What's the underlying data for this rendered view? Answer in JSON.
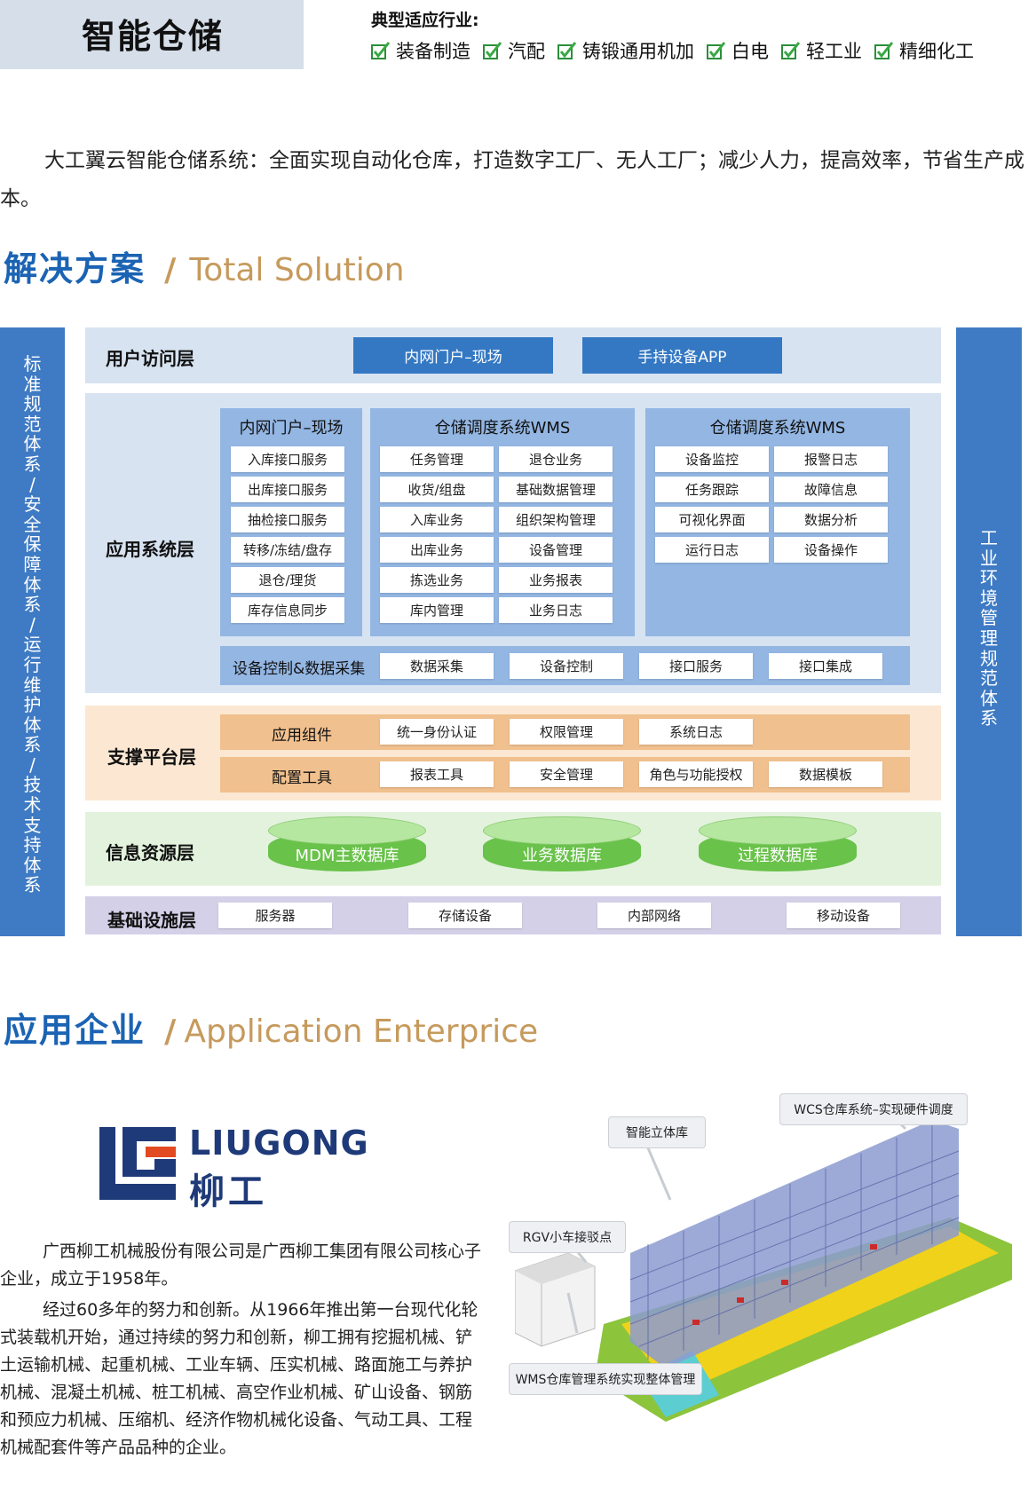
{
  "header": {
    "title": "智能仓储",
    "industries_label": "典型适应行业:",
    "industries": [
      "装备制造",
      "汽配",
      "铸锻通用机加",
      "白电",
      "轻工业",
      "精细化工"
    ]
  },
  "intro": "大工翼云智能仓储系统：全面实现自动化仓库，打造数字工厂、无人工厂；减少人力，提高效率，节省生产成本。",
  "solution_section": {
    "title_cn": "解决方案",
    "sep": "/",
    "title_en": "Total Solution"
  },
  "diagram": {
    "left_bar": [
      "标",
      "准",
      "规",
      "范",
      "体",
      "系",
      "/",
      "安",
      "全",
      "保",
      "障",
      "体",
      "系",
      "/",
      "运",
      "行",
      "维",
      "护",
      "体",
      "系",
      "/",
      "技",
      "术",
      "支",
      "持",
      "体",
      "系"
    ],
    "right_bar": [
      "工",
      "业",
      "环",
      "境",
      "管",
      "理",
      "规",
      "范",
      "体",
      "系"
    ],
    "user_layer": {
      "label": "用户访问层",
      "buttons": [
        "内网门户–现场",
        "手持设备APP"
      ]
    },
    "app_layer": {
      "label": "应用系统层",
      "panel1": {
        "title": "内网门户–现场",
        "items": [
          "入库接口服务",
          "出库接口服务",
          "抽检接口服务",
          "转移/冻结/盘存",
          "退仓/理货",
          "库存信息同步"
        ]
      },
      "panel2": {
        "title": "仓储调度系统WMS",
        "col1": [
          "任务管理",
          "收货/组盘",
          "入库业务",
          "出库业务",
          "拣选业务",
          "库内管理"
        ],
        "col2": [
          "退仓业务",
          "基础数据管理",
          "组织架构管理",
          "设备管理",
          "业务报表",
          "业务日志"
        ]
      },
      "panel3": {
        "title": "仓储调度系统WMS",
        "col1": [
          "设备监控",
          "任务跟踪",
          "可视化界面",
          "运行日志"
        ],
        "col2": [
          "报警日志",
          "故障信息",
          "数据分析",
          "设备操作"
        ]
      },
      "device_row": {
        "label": "设备控制&数据采集",
        "items": [
          "数据采集",
          "设备控制",
          "接口服务",
          "接口集成"
        ]
      }
    },
    "support_layer": {
      "label": "支撑平台层",
      "row1": {
        "label": "应用组件",
        "items": [
          "统一身份认证",
          "权限管理",
          "系统日志"
        ]
      },
      "row2": {
        "label": "配置工具",
        "items": [
          "报表工具",
          "安全管理",
          "角色与功能授权",
          "数据模板"
        ]
      }
    },
    "info_layer": {
      "label": "信息资源层",
      "dbs": [
        "MDM主数据库",
        "业务数据库",
        "过程数据库"
      ]
    },
    "infra_layer": {
      "label": "基础设施层",
      "items": [
        "服务器",
        "存储设备",
        "内部网络",
        "移动设备"
      ]
    }
  },
  "enterprise_section": {
    "title_cn": "应用企业",
    "sep": "/",
    "title_en": "Application Enterprice"
  },
  "company": {
    "logo_en": "LIUGONG",
    "logo_cn": "柳工",
    "para1": "广西柳工机械股份有限公司是广西柳工集团有限公司核心子企业，成立于1958年。",
    "para2": "经过60多年的努力和创新。从1966年推出第一台现代化轮式装载机开始，通过持续的努力和创新，柳工拥有挖掘机械、铲土运输机械、起重机械、工业车辆、压实机械、路面施工与养护机械、混凝土机械、桩工机械、高空作业机械、矿山设备、钢筋和预应力机械、压缩机、经济作物机械化设备、气动工具、工程机械配套件等产品品种的企业。"
  },
  "warehouse_image": {
    "callouts": [
      "智能立体库",
      "WCS仓库系统–实现硬件调度",
      "RGV小车接驳点",
      "WMS仓库管理系统实现整体管理"
    ],
    "colors": {
      "rack": "#8c9bd0",
      "floor": "#f0d21a",
      "green": "#8cc43c"
    }
  },
  "colors": {
    "accent_blue": "#1b63b3",
    "accent_gold": "#c69a5c",
    "bar_blue": "#3f7bc4"
  }
}
